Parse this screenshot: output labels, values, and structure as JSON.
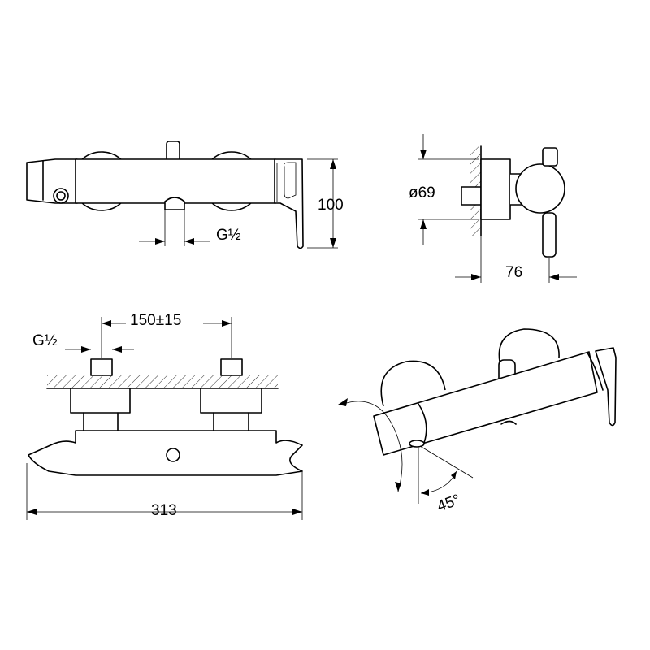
{
  "drawing": {
    "front_view": {
      "height_label": "100",
      "thread_label": "G½"
    },
    "side_view": {
      "diameter_label": "ø69",
      "depth_label": "76"
    },
    "top_view": {
      "spacing_label": "150±15",
      "thread_label": "G½",
      "width_label": "313"
    },
    "iso_view": {
      "angle_label": "45°"
    }
  }
}
